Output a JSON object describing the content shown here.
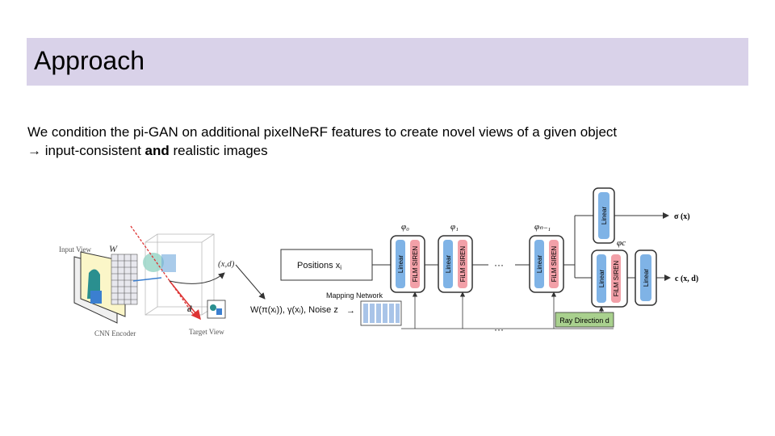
{
  "slide": {
    "title": "Approach",
    "line1": "We condition the pi-GAN on additional pixelNeRF features to create novel views of a given object",
    "line2_arrow": "→",
    "line2_pre": " input-consistent ",
    "line2_bold": "and",
    "line2_post": " realistic images"
  },
  "figure": {
    "input_view": "Input View",
    "w_label": "W",
    "cnn_encoder": "CNN Encoder",
    "target_view": "Target View",
    "xd_label": "(x,d)",
    "d_label": "d",
    "positions_label": "Positions x",
    "positions_sub": "i",
    "mapping_network": "Mapping Network",
    "mapping_text": "W(π(xᵢ)), γ(xᵢ), Noise z",
    "mapping_arrow": "→",
    "linear": "Linear",
    "film_siren": "FiLM SIREN",
    "phi0": "φ₀",
    "phi1": "φ₁",
    "phin1": "φₙ₋₁",
    "phic": "φc",
    "ellipsis": "···",
    "sigma_out": "σ (x)",
    "color_out": "c (x, d)",
    "ray_direction": "Ray Direction d",
    "colors": {
      "linear_blue": "#7fb3e6",
      "film_pink": "#f2a0a8",
      "ray_green": "#a9d18e",
      "title_bg": "#d9d2e9"
    }
  }
}
